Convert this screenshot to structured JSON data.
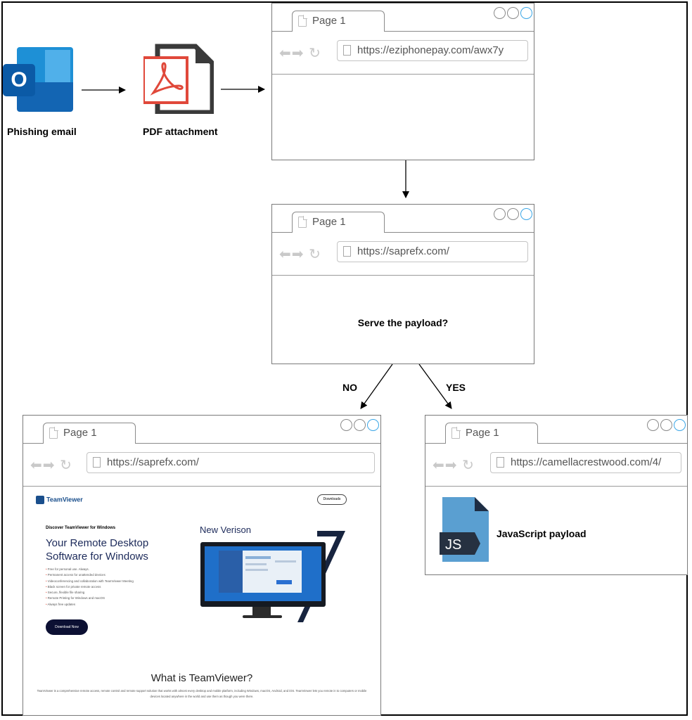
{
  "phishing_email_label": "Phishing email",
  "pdf_attachment_label": "PDF attachment",
  "browsers": {
    "b1": {
      "tab": "Page 1",
      "url": "https://eziphonepay.com/awx7y"
    },
    "b2": {
      "tab": "Page 1",
      "url": "https://saprefx.com/",
      "question": "Serve the payload?"
    },
    "b3": {
      "tab": "Page 1",
      "url": "https://saprefx.com/"
    },
    "b4": {
      "tab": "Page 1",
      "url": "https://camellacrestwood.com/4/",
      "payload_label": "JavaScript payload",
      "js_badge": "JS"
    }
  },
  "branch_no": "NO",
  "branch_yes": "YES",
  "teamviewer": {
    "logo": "TeamViewer",
    "downloads_btn": "Downloads",
    "discover": "Discover TeamViewer for Windows",
    "headline": "Your Remote Desktop Software for Windows",
    "features": [
      "Free for personal use. Always.",
      "Permanent access for unattended devices",
      "Videoconferencing and collaboration with TeamViewer Meeting",
      "Black screen for private remote access",
      "Secure, flexible file sharing",
      "Remote Printing for Windows and macOS",
      "Always free updates"
    ],
    "download_btn": "Download Now",
    "new_version": "New Verison",
    "what_is": "What is TeamViewer?",
    "description": "TeamViewer is a comprehensive remote access, remote control and remote support solution that works with almost every desktop and mobile platform, including Windows, macOS, Android, and iOS. TeamViewer lets you remote in to computers or mobile devices located anywhere in the world and use them as though you were there."
  },
  "colors": {
    "accent_circle": "#3ba6e6",
    "pdf_red": "#e0483a",
    "outlook_blue": "#1e90d6",
    "js_blue": "#5a9fd1"
  }
}
